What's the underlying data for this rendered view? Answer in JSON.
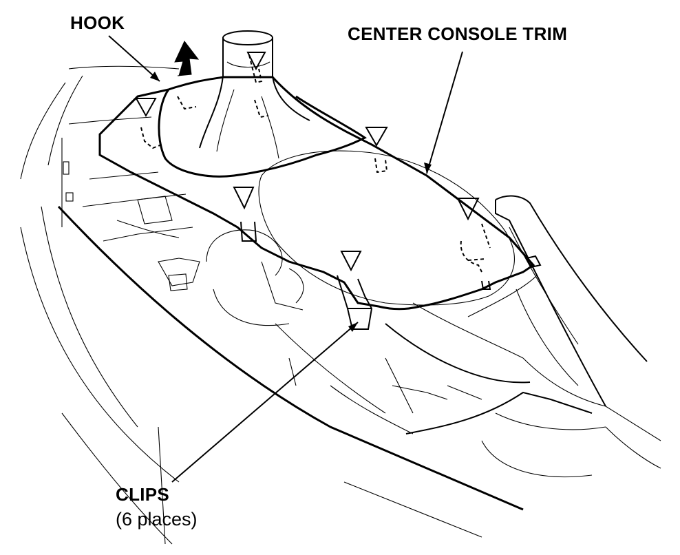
{
  "labels": {
    "hook": "HOOK",
    "center_console_trim": "CENTER CONSOLE TRIM",
    "clips": "CLIPS",
    "clips_note": "(6 places)"
  },
  "colors": {
    "ink": "#000000",
    "paper": "#ffffff"
  }
}
